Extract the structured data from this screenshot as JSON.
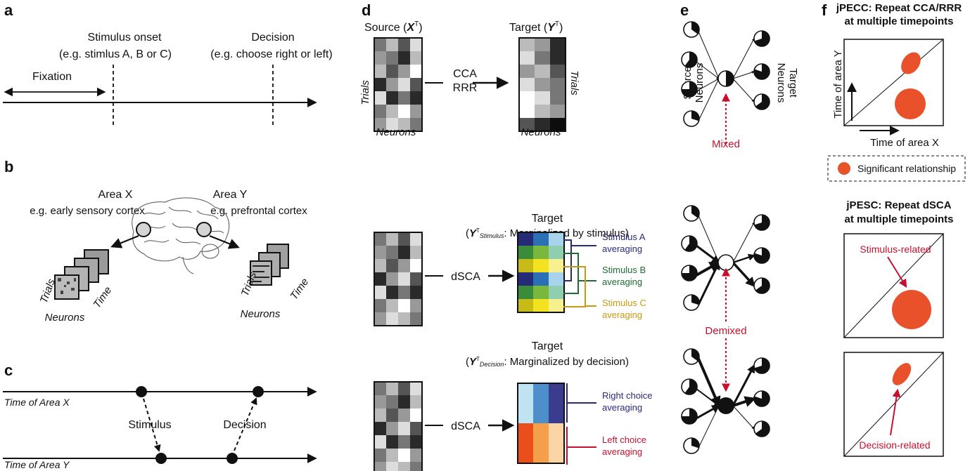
{
  "panel_labels": {
    "a": "a",
    "b": "b",
    "c": "c",
    "d": "d",
    "e": "e",
    "f": "f"
  },
  "panel_a": {
    "stimulus_onset": "Stimulus onset",
    "stimulus_example": "(e.g. stimlus A, B or C)",
    "decision": "Decision",
    "decision_example": "(e.g. choose right or left)",
    "fixation": "Fixation"
  },
  "panel_b": {
    "area_x": "Area X",
    "area_x_desc": "e.g. early sensory cortex",
    "area_y": "Area Y",
    "area_y_desc": "e.g. prefrontal cortex",
    "trials": "Trials",
    "time": "Time",
    "neurons": "Neurons"
  },
  "panel_c": {
    "time_area_x": "Time of Area X",
    "time_area_y": "Time of Area Y",
    "stimulus": "Stimulus",
    "decision": "Decision"
  },
  "panel_d": {
    "source_label": "Source (",
    "source_var": "X",
    "source_sup": "T",
    "target_label": "Target (",
    "target_var": "Y",
    "target_sup": "T",
    "close_paren": ")",
    "trials": "Trials",
    "neurons": "Neurons",
    "cca": "CCA",
    "rrr": "RRR",
    "target": "Target",
    "stim_marg_var": "Y",
    "stim_marg_sup": "T",
    "stim_marg_sub": "Stimulus",
    "stim_marg_text": ": Marginalized by stimulus)",
    "dec_marg_var": "Y",
    "dec_marg_sup": "T",
    "dec_marg_sub": "Decision",
    "dec_marg_text": ": Marginalized by decision)",
    "open_paren": "(",
    "dsca": "dSCA",
    "stim_a": "Stimulus A",
    "stim_b": "Stimulus B",
    "stim_c": "Stimulus C",
    "right_choice": "Right choice",
    "left_choice": "Left choice",
    "averaging": "averaging"
  },
  "panel_e": {
    "source_neurons_1": "Source",
    "source_neurons_2": "Neurons",
    "target_neurons_1": "Target",
    "target_neurons_2": "Neurons",
    "mixed": "Mixed",
    "demixed": "Demixed"
  },
  "panel_f": {
    "jpecc_title_1": "jPECC: Repeat CCA/RRR",
    "jpecc_title_2": "at multiple timepoints",
    "axis_y": "Time of area Y",
    "axis_x": "Time of area X",
    "legend": "Significant relationship",
    "jpesc_title_1": "jPESC: Repeat dSCA",
    "jpesc_title_2": "at multiple timepoints",
    "stimulus_related": "Stimulus-related",
    "decision_related": "Decision-related"
  },
  "colors": {
    "accent_red": "#c8102e",
    "blob_orange": "#e8512a",
    "stim_a_blue": "#2b2a7a",
    "stim_b_green": "#1f6b34",
    "stim_c_gold": "#c79a12"
  }
}
